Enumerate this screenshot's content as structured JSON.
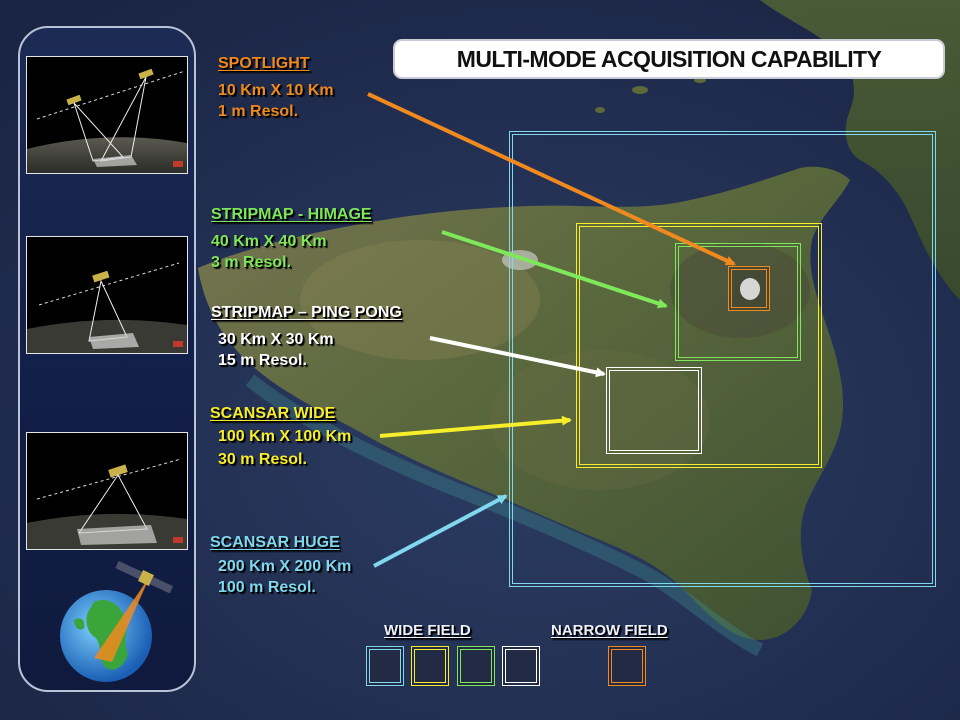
{
  "title": "MULTI-MODE ACQUISITION CAPABILITY",
  "colors": {
    "spotlight": "#f08a1e",
    "stripmap_himage": "#7ee85a",
    "stripmap_ping_pong": "#ffffff",
    "scansar_wide": "#f6ee2a",
    "scansar_huge": "#7fd8ee",
    "legend_text": "#eef2ff"
  },
  "modes": {
    "spotlight": {
      "name": "SPOTLIGHT",
      "size": "10 Km X 10 Km",
      "resolution": "1 m Resol."
    },
    "stripmap_himage": {
      "name": "STRIPMAP - HIMAGE",
      "size": "40 Km X 40 Km",
      "resolution": "3 m Resol."
    },
    "stripmap_ping_pong": {
      "name": "STRIPMAP – PING PONG",
      "size": "30 Km X 30 Km",
      "resolution": "15 m Resol."
    },
    "scansar_wide": {
      "name": "SCANSAR WIDE",
      "size": "100 Km X 100 Km",
      "resolution": "30 m Resol."
    },
    "scansar_huge": {
      "name": "SCANSAR HUGE",
      "size": "200 Km X 200 Km",
      "resolution": "100 m Resol."
    }
  },
  "legend": {
    "wide_field": "WIDE FIELD",
    "narrow_field": "NARROW FIELD"
  }
}
